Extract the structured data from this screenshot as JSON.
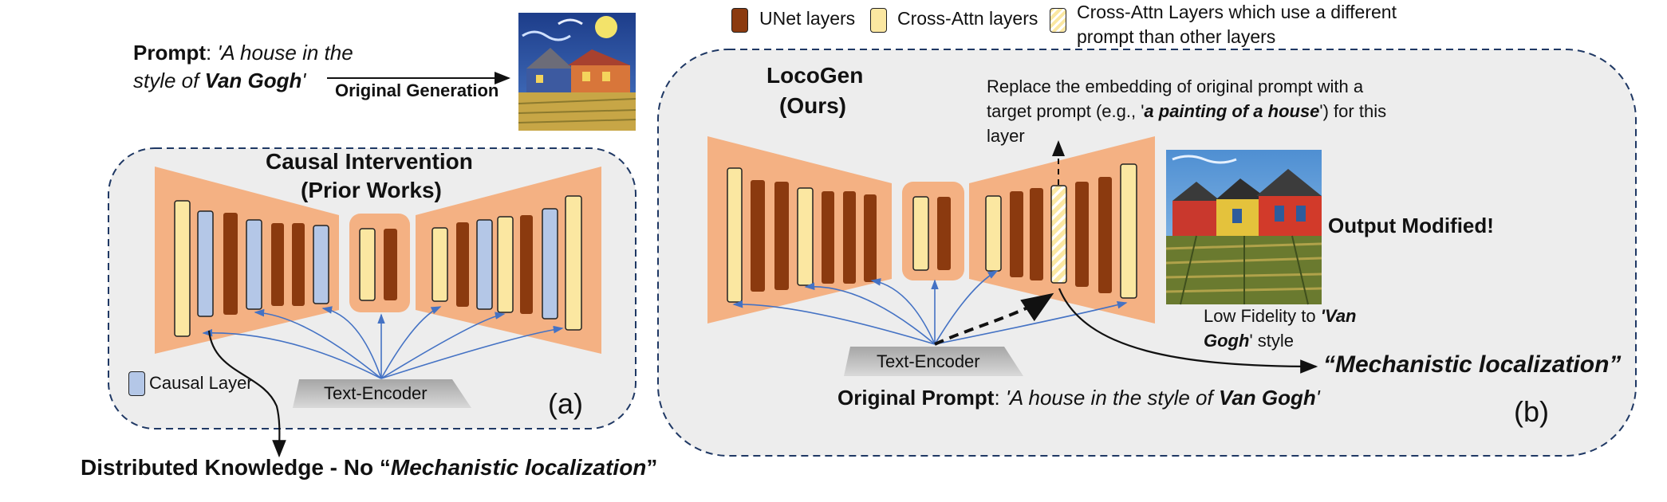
{
  "legend": {
    "unet": "UNet layers",
    "cross_attn": "Cross-Attn layers",
    "diff_prompt_line1": "Cross-Attn Layers which use a different",
    "diff_prompt_line2": "prompt than other layers",
    "causal_layer": "Causal Layer"
  },
  "top_prompt": {
    "label": "Prompt",
    "colon": ": ",
    "text_a": "'A house in the",
    "text_b": "style of ",
    "text_bold": "Van Gogh",
    "text_end": "'",
    "arrow_label": "Original Generation"
  },
  "panel_a": {
    "title_line1": "Causal Intervention",
    "title_line2": "(Prior Works)",
    "encoder": "Text-Encoder",
    "tag": "(a)",
    "conclusion_prefix": "Distributed Knowledge - No “",
    "conclusion_italic": "Mechanistic localization",
    "conclusion_suffix": "”"
  },
  "panel_b": {
    "title_line1": "LocoGen",
    "title_line2": "(Ours)",
    "replace_line1": "Replace the embedding of original prompt with a",
    "replace_line2_pre": "target prompt (e.g., '",
    "replace_line2_bold": "a painting of a house",
    "replace_line2_post": "') for this",
    "replace_line3": "layer",
    "output_modified": "Output Modified!",
    "fidelity_line1_pre": "Low Fidelity to ",
    "fidelity_line1_bold": "'Van",
    "fidelity_line2_bold": "Gogh",
    "fidelity_line2_post": "' style",
    "mech_loc": "“Mechanistic localization”",
    "encoder": "Text-Encoder",
    "orig_prompt_label": "Original Prompt",
    "orig_prompt_colon": ": ",
    "orig_prompt_text": "'A house in the style of ",
    "orig_prompt_bold": "Van Gogh",
    "orig_prompt_end": "'",
    "tag": "(b)"
  },
  "colors": {
    "unet": "#8B3A0F",
    "cross_attn": "#FBE7A1",
    "causal": "#B4C7E7",
    "trapezoid": "#F4B183",
    "panel_bg": "#EDEDED",
    "panel_border": "#1F3864",
    "arrow": "#4472C4"
  }
}
